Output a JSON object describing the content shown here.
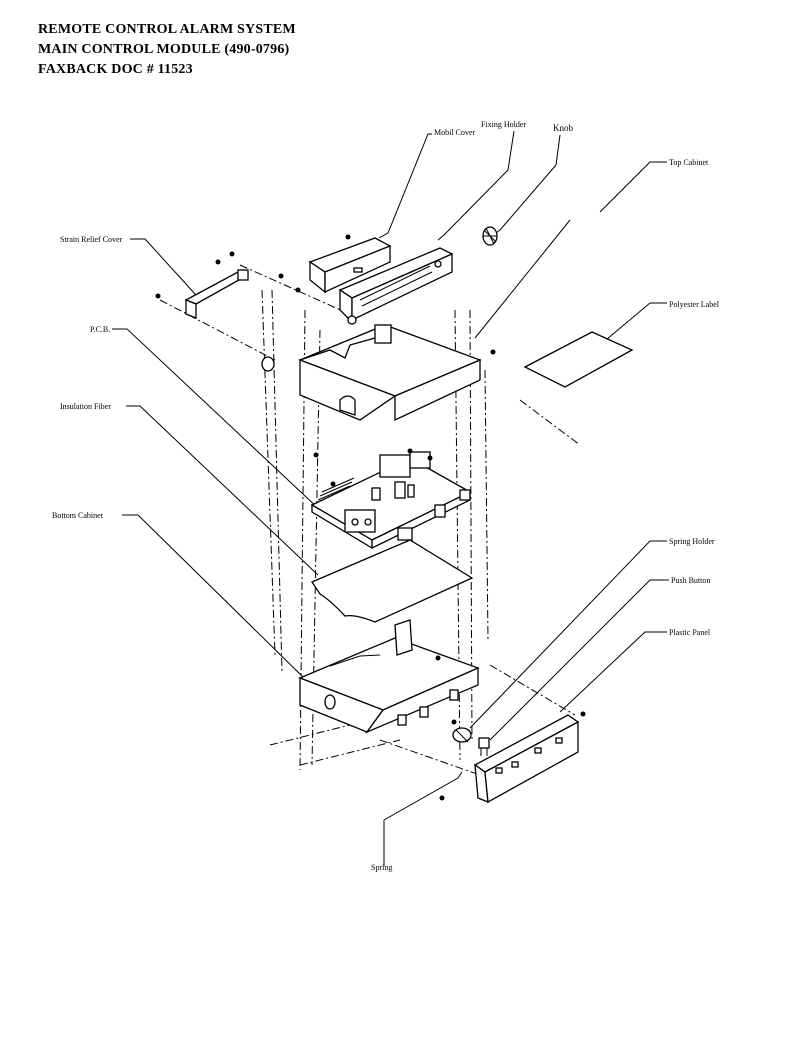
{
  "header": {
    "line1": "REMOTE CONTROL ALARM SYSTEM",
    "line2": "MAIN CONTROL MODULE  (490-0796)",
    "line3": "FAXBACK DOC # 11523"
  },
  "labels": {
    "mobil_cover": "Mobil Cover",
    "fixing_holder": "Fixing Holder",
    "knob": "Knob",
    "top_cabinet": "Top Cabinet",
    "strain_relief_cover": "Strain Relief Cover",
    "polyester_label": "Polyester Label",
    "pcb": "P.C.B.",
    "insulation_fiber": "Insulation Fiber",
    "bottom_cabinet": "Bottom Cabinet",
    "spring_holder": "Spring Holder",
    "push_button": "Push Button",
    "plastic_panel": "Plastic Panel",
    "spring": "Spring"
  }
}
